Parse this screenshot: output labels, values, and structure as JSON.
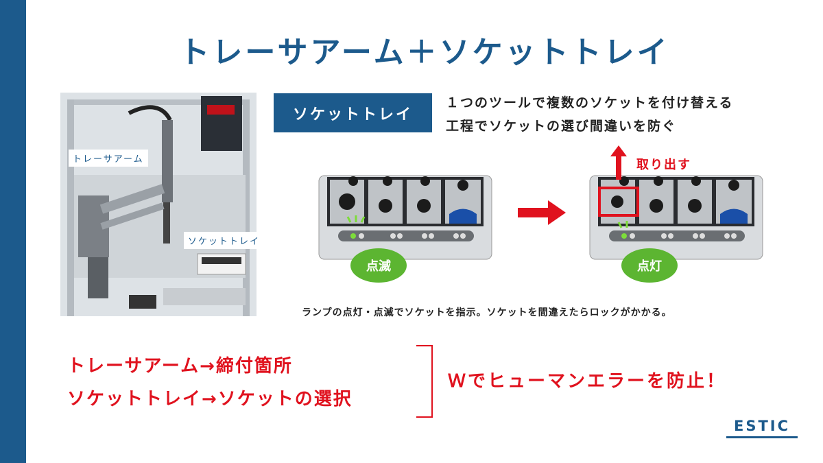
{
  "title": "トレーサアーム＋ソケットトレイ",
  "photo": {
    "label_arm": "トレーサアーム",
    "label_tray": "ソケットトレイ"
  },
  "badge": "ソケットトレイ",
  "description": {
    "line1": "１つのツールで複数のソケットを付け替える",
    "line2": "工程でソケットの選び間違いを防ぐ"
  },
  "diagram": {
    "take_out": "取り出す",
    "blink": "点滅",
    "lit": "点灯"
  },
  "caption": "ランプの点灯・点滅でソケットを指示。ソケットを間違えたらロックがかかる。",
  "summary": {
    "line1": "トレーサアーム→締付箇所",
    "line2": "ソケットトレイ→ソケットの選択",
    "conclusion": "Ｗでヒューマンエラーを防止！"
  },
  "logo": "ESTIC",
  "colors": {
    "brand": "#1c5a8c",
    "accent": "#e0121e",
    "green": "#5cb531"
  }
}
